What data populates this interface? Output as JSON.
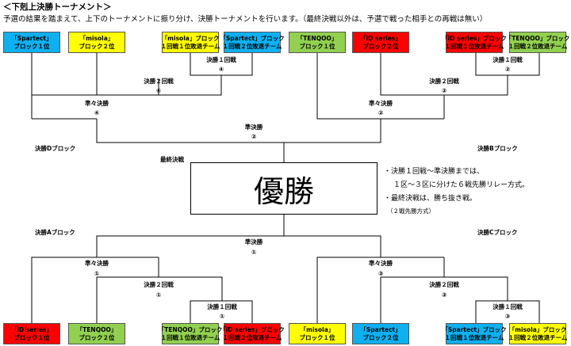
{
  "title": "＜下剋上決勝トーナメント＞",
  "subtitle": "予選の結果を踏まえて、上下のトーナメントに振り分け、決勝トーナメントを行います。（最終決戦以外は、予選で戦った相手との再戦は無い）",
  "teams_top": [
    {
      "name": "「Spartect」",
      "desc": "ブロック１位",
      "color": "#0eb0f0"
    },
    {
      "name": "「misola」",
      "desc": "ブロック２位",
      "color": "#ffff00"
    },
    {
      "name": "「misola」ブロック",
      "desc": "１回戦１位敗退チーム",
      "color": "#ffff00"
    },
    {
      "name": "「Spartect」ブロック",
      "desc": "１回戦２位敗退チーム",
      "color": "#0eb0f0"
    },
    {
      "name": "「TENQOO」",
      "desc": "ブロック１位",
      "color": "#92d050"
    },
    {
      "name": "「iD series」",
      "desc": "ブロック２位",
      "color": "#ff0000"
    },
    {
      "name": "「iD series」ブロック",
      "desc": "１回戦１位敗退チーム",
      "color": "#ff0000"
    },
    {
      "name": "「TENQOO」ブロック",
      "desc": "１回戦２位敗退チーム",
      "color": "#92d050"
    }
  ],
  "teams_bottom": [
    {
      "name": "「iD series」",
      "desc": "ブロック１位",
      "color": "#ff0000"
    },
    {
      "name": "「TENQOO」",
      "desc": "ブロック２位",
      "color": "#92d050"
    },
    {
      "name": "「TENQOO」ブロック",
      "desc": "１回戦１位敗退チーム",
      "color": "#92d050"
    },
    {
      "name": "「iD series」ブロック",
      "desc": "１回戦２位敗退チーム",
      "color": "#ff0000"
    },
    {
      "name": "「misola」",
      "desc": "ブロック１位",
      "color": "#ffff00"
    },
    {
      "name": "「Spartect」",
      "desc": "ブロック２位",
      "color": "#0eb0f0"
    },
    {
      "name": "「Spartect」ブロック",
      "desc": "１回戦１位敗退チーム",
      "color": "#0eb0f0"
    },
    {
      "name": "「misola」ブロック",
      "desc": "１回戦２位敗退チーム",
      "color": "#ffff00"
    }
  ],
  "rounds": {
    "r1": "決勝１回戦",
    "r2": "決勝２回戦",
    "qf": "準々決勝",
    "sf": "準決勝",
    "final": "最終決戦"
  },
  "marks": {
    "m1": "①",
    "m2": "②",
    "m3": "③",
    "m4": "④"
  },
  "blocks": {
    "d": "決勝Dブロック",
    "b": "決勝Bブロック",
    "a": "決勝Aブロック",
    "c": "決勝Cブロック"
  },
  "champion": "優勝",
  "notes": {
    "line1": "・決勝１回戦〜準決勝までは、",
    "line2": "１区〜３区に分けた６戦先勝リレー方式。",
    "line3": "・最終決戦は、勝ち抜き戦。",
    "line4": "（２戦先勝方式）"
  }
}
